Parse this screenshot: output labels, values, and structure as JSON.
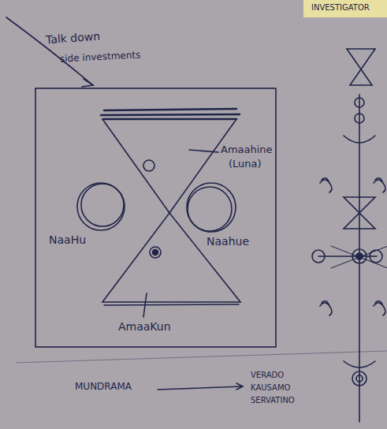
{
  "diagram": {
    "labels": [
      "INVESTIGATOR",
      "Talk down",
      "side investments",
      "Amaahine",
      "(Luna)",
      "NaaHu",
      "Naahue",
      "AmaaKun",
      "MUNDRAMA",
      "VERADO",
      "KAUSAMO",
      "SERVATINO"
    ]
  }
}
